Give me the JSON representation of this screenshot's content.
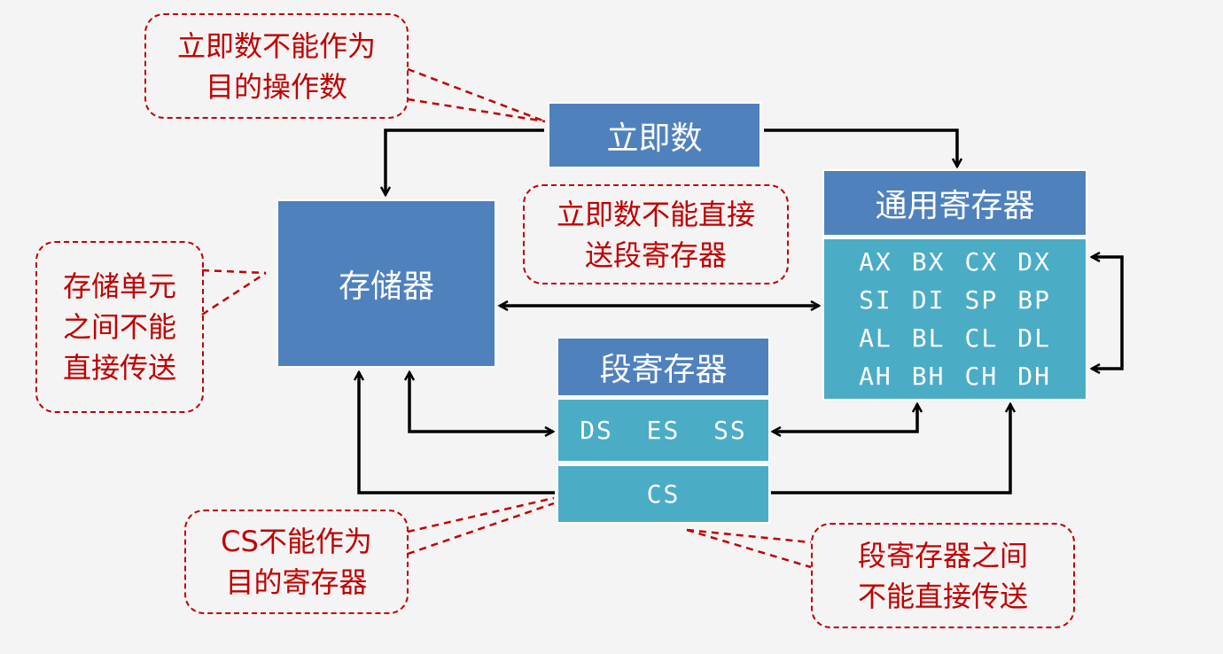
{
  "colors": {
    "block_blue": "#4f81bd",
    "block_teal": "#4bacc6",
    "note_red": "#c00000",
    "arrow": "#000000"
  },
  "blocks": {
    "immediate": "立即数",
    "memory": "存储器",
    "general_registers": {
      "title": "通用寄存器",
      "rows": [
        [
          "AX",
          "BX",
          "CX",
          "DX"
        ],
        [
          "SI",
          "DI",
          "SP",
          "BP"
        ],
        [
          "AL",
          "BL",
          "CL",
          "DL"
        ],
        [
          "AH",
          "BH",
          "CH",
          "DH"
        ]
      ]
    },
    "segment_registers": {
      "title": "段寄存器",
      "data_segs": "DS  ES  SS",
      "code_seg": "CS"
    }
  },
  "notes": {
    "imm_not_dest": [
      "立即数不能作为",
      "目的操作数"
    ],
    "imm_not_seg": [
      "立即数不能直接",
      "送段寄存器"
    ],
    "mem_to_mem": [
      "存储单元",
      "之间不能",
      "直接传送"
    ],
    "cs_not_dest": [
      "CS不能作为",
      "目的寄存器"
    ],
    "seg_to_seg": [
      "段寄存器之间",
      "不能直接传送"
    ]
  }
}
